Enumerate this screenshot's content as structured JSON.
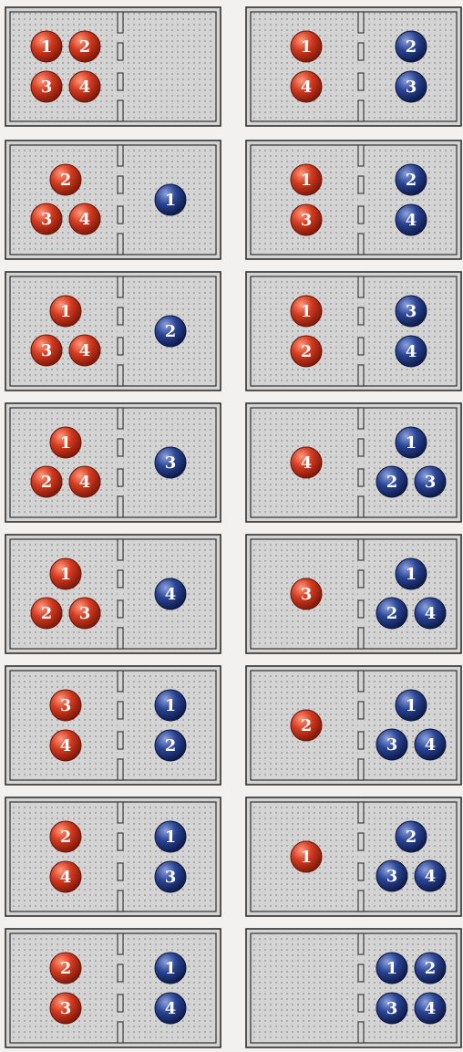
{
  "colors": {
    "page": "#f3f1ef",
    "chamber_fill": "#d4d4d4",
    "chamber_stroke": "#303030",
    "ball_left": "#c8321c",
    "ball_right": "#1e3478"
  },
  "diagram": {
    "panels": [
      {
        "left": [
          "1",
          "2",
          "3",
          "4"
        ],
        "right": []
      },
      {
        "left": [
          "1",
          "4"
        ],
        "right": [
          "2",
          "3"
        ]
      },
      {
        "left": [
          "2",
          "3",
          "4"
        ],
        "right": [
          "1"
        ]
      },
      {
        "left": [
          "1",
          "3"
        ],
        "right": [
          "2",
          "4"
        ]
      },
      {
        "left": [
          "1",
          "3",
          "4"
        ],
        "right": [
          "2"
        ]
      },
      {
        "left": [
          "1",
          "2"
        ],
        "right": [
          "3",
          "4"
        ]
      },
      {
        "left": [
          "1",
          "2",
          "4"
        ],
        "right": [
          "3"
        ]
      },
      {
        "left": [
          "4"
        ],
        "right": [
          "1",
          "2",
          "3"
        ]
      },
      {
        "left": [
          "1",
          "2",
          "3"
        ],
        "right": [
          "4"
        ]
      },
      {
        "left": [
          "3"
        ],
        "right": [
          "1",
          "2",
          "4"
        ]
      },
      {
        "left": [
          "3",
          "4"
        ],
        "right": [
          "1",
          "2"
        ]
      },
      {
        "left": [
          "2"
        ],
        "right": [
          "1",
          "3",
          "4"
        ]
      },
      {
        "left": [
          "2",
          "4"
        ],
        "right": [
          "1",
          "3"
        ]
      },
      {
        "left": [
          "1"
        ],
        "right": [
          "2",
          "3",
          "4"
        ]
      },
      {
        "left": [
          "2",
          "3"
        ],
        "right": [
          "1",
          "4"
        ]
      },
      {
        "left": [],
        "right": [
          "1",
          "2",
          "3",
          "4"
        ]
      }
    ]
  }
}
